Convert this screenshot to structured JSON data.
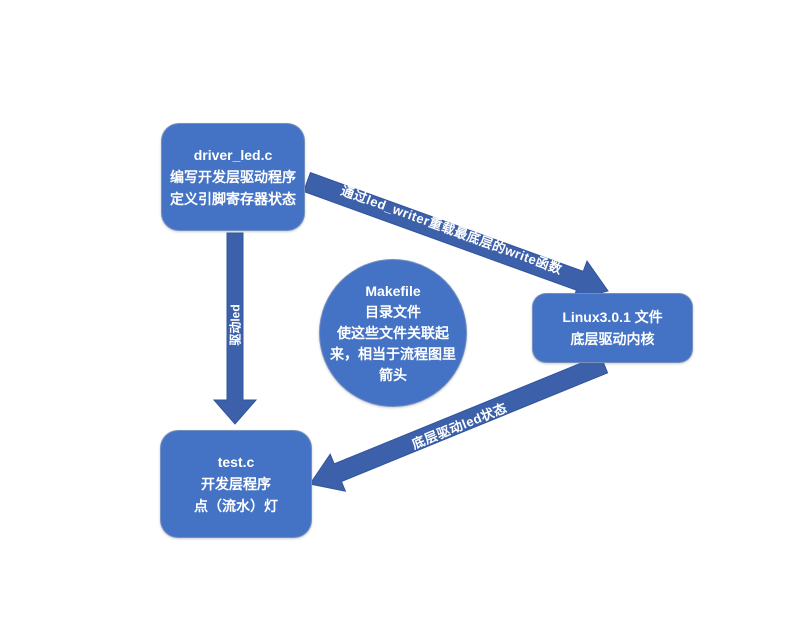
{
  "diagram": {
    "background_color": "#FFFFFF",
    "node_fill_color": "#4472C4",
    "arrow_fill_color": "#3C61AA",
    "text_color": "#FFFFFF",
    "nodes": {
      "driver": {
        "lines": [
          "driver_led.c",
          "编写开发层驱动程序",
          "定义引脚寄存器状态"
        ]
      },
      "makefile": {
        "lines": [
          "Makefile",
          "目录文件",
          "使这些文件关联起",
          "来，相当于流程图里",
          "箭头"
        ]
      },
      "linux": {
        "lines": [
          "Linux3.0.1 文件",
          "底层驱动内核"
        ]
      },
      "test": {
        "lines": [
          "test.c",
          "开发层程序",
          "点（流水）灯"
        ]
      }
    },
    "arrows": {
      "driver_to_linux": {
        "label": "通过led_writer重载最底层的write函数"
      },
      "driver_to_test": {
        "label": "驱动led"
      },
      "linux_to_test": {
        "label": "底层驱动led状态"
      }
    }
  }
}
